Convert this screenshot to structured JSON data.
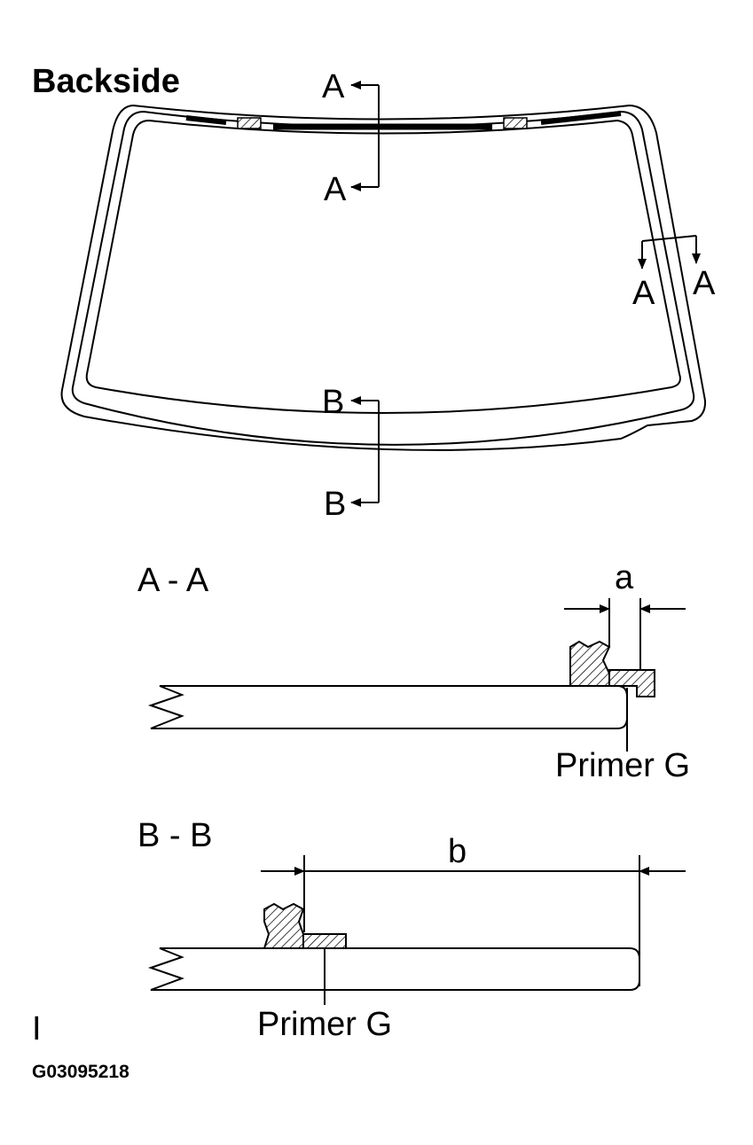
{
  "title": "Backside",
  "section_markers": {
    "top_upper": "A",
    "top_lower": "A",
    "right_left": "A",
    "right_right": "A",
    "bottom_upper": "B",
    "bottom_lower": "B"
  },
  "section_aa": {
    "heading": "A - A",
    "dimension": "a",
    "callout": "Primer G"
  },
  "section_bb": {
    "heading": "B - B",
    "dimension": "b",
    "callout": "Primer G"
  },
  "margin_mark": "I",
  "figure_code": "G03095218"
}
